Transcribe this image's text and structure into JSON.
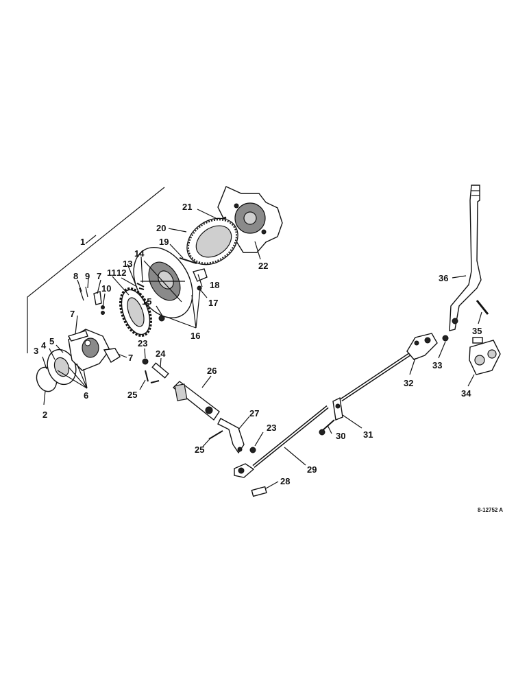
{
  "drawing_code": "8-12752 A",
  "callouts": [
    "1",
    "2",
    "3",
    "4",
    "5",
    "6",
    "7",
    "7",
    "8",
    "9",
    "7",
    "10",
    "11",
    "12",
    "13",
    "14",
    "15",
    "16",
    "17",
    "18",
    "19",
    "20",
    "21",
    "22",
    "23",
    "24",
    "25",
    "26",
    "25",
    "27",
    "23",
    "28",
    "29",
    "30",
    "31",
    "32",
    "33",
    "34",
    "35",
    "36"
  ]
}
